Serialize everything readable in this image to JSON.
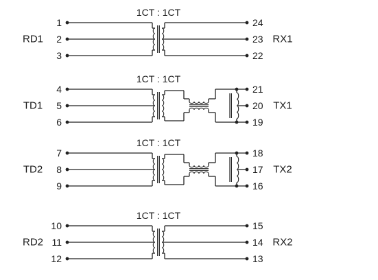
{
  "blocks": [
    {
      "ratio": "1CT : 1CT",
      "left_label": "RD1",
      "right_label": "RX1",
      "left_pins": [
        "1",
        "2",
        "3"
      ],
      "right_pins": [
        "24",
        "23",
        "22"
      ],
      "has_choke": false
    },
    {
      "ratio": "1CT : 1CT",
      "left_label": "TD1",
      "right_label": "TX1",
      "left_pins": [
        "4",
        "5",
        "6"
      ],
      "right_pins": [
        "21",
        "20",
        "19"
      ],
      "has_choke": true
    },
    {
      "ratio": "1CT : 1CT",
      "left_label": "TD2",
      "right_label": "TX2",
      "left_pins": [
        "7",
        "8",
        "9"
      ],
      "right_pins": [
        "18",
        "17",
        "16"
      ],
      "has_choke": true
    },
    {
      "ratio": "1CT : 1CT",
      "left_label": "RD2",
      "right_label": "RX2",
      "left_pins": [
        "10",
        "11",
        "12"
      ],
      "right_pins": [
        "15",
        "14",
        "13"
      ],
      "has_choke": false
    }
  ]
}
